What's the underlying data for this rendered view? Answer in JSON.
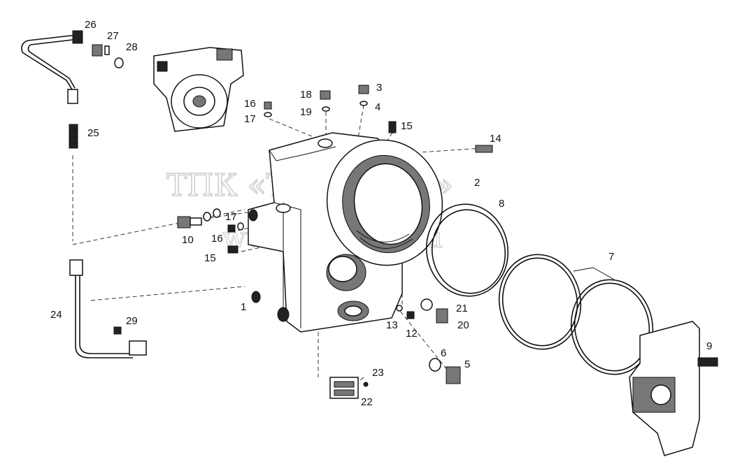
{
  "watermark": {
    "company": "ТПК «Техно-Сиб»",
    "website": "www.tpparts.ru"
  },
  "part_labels": [
    {
      "id": "p1",
      "text": "1"
    },
    {
      "id": "p2",
      "text": "2"
    },
    {
      "id": "p3",
      "text": "3"
    },
    {
      "id": "p4",
      "text": "4"
    },
    {
      "id": "p5",
      "text": "5"
    },
    {
      "id": "p6",
      "text": "6"
    },
    {
      "id": "p7",
      "text": "7"
    },
    {
      "id": "p8",
      "text": "8"
    },
    {
      "id": "p9",
      "text": "9"
    },
    {
      "id": "p10",
      "text": "10"
    },
    {
      "id": "p12",
      "text": "12"
    },
    {
      "id": "p13",
      "text": "13"
    },
    {
      "id": "p14",
      "text": "14"
    },
    {
      "id": "p15a",
      "text": "15"
    },
    {
      "id": "p15b",
      "text": "15"
    },
    {
      "id": "p16a",
      "text": "16"
    },
    {
      "id": "p16b",
      "text": "16"
    },
    {
      "id": "p17a",
      "text": "17"
    },
    {
      "id": "p17b",
      "text": "17"
    },
    {
      "id": "p18",
      "text": "18"
    },
    {
      "id": "p19",
      "text": "19"
    },
    {
      "id": "p20",
      "text": "20"
    },
    {
      "id": "p21",
      "text": "21"
    },
    {
      "id": "p22",
      "text": "22"
    },
    {
      "id": "p23",
      "text": "23"
    },
    {
      "id": "p24",
      "text": "24"
    },
    {
      "id": "p25",
      "text": "25"
    },
    {
      "id": "p26",
      "text": "26"
    },
    {
      "id": "p27",
      "text": "27"
    },
    {
      "id": "p28",
      "text": "28"
    },
    {
      "id": "p29",
      "text": "29"
    }
  ]
}
